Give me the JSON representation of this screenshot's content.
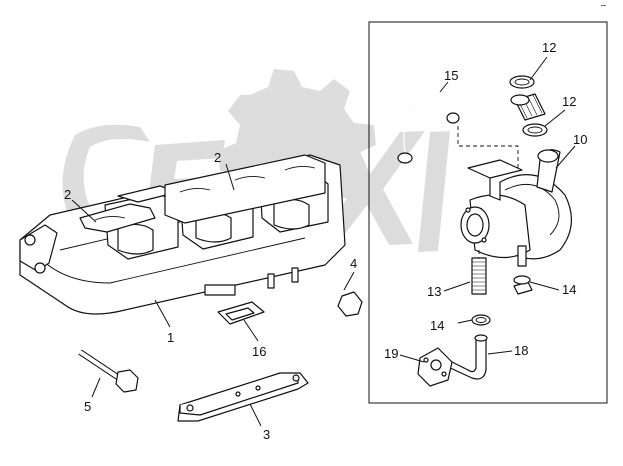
{
  "corner_mark": "⁻",
  "callouts": {
    "c1": "1",
    "c2a": "2",
    "c2b": "2",
    "c3": "3",
    "c4": "4",
    "c5": "5",
    "c10": "10",
    "c12a": "12",
    "c12b": "12",
    "c13": "13",
    "c14a": "14",
    "c14b": "14",
    "c15": "15",
    "c16": "16",
    "c18": "18",
    "c19": "19"
  },
  "parts": [
    "exhaust-manifold",
    "manifold-gasket",
    "support-bracket",
    "manifold-bolt",
    "bracket-bolt",
    "turbocharger",
    "hose-clamp",
    "oil-drain-hose",
    "hose-clip",
    "oil-feed-pipe",
    "turbo-flange-gasket",
    "oil-return-pipe",
    "return-pipe-flange"
  ]
}
